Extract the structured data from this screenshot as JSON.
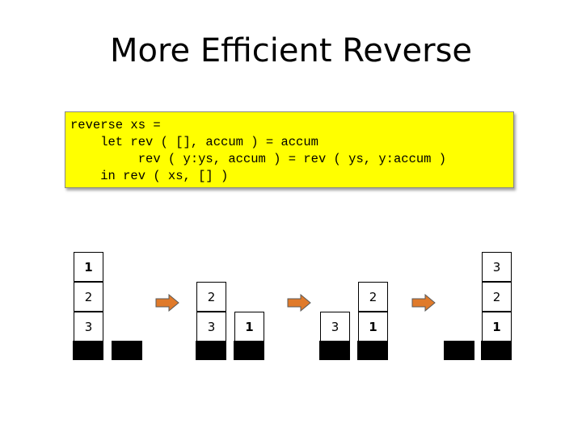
{
  "slide": {
    "title": "More Efficient Reverse"
  },
  "code": {
    "lines": [
      "reverse xs =",
      "    let rev ( [], accum ) = accum",
      "         rev ( y:ys, accum ) = rev ( ys, y:accum )",
      "    in rev ( xs, [] )"
    ]
  },
  "stacks": {
    "stage1_left": [
      "1",
      "2",
      "3"
    ],
    "stage2_left": [
      "2",
      "3"
    ],
    "stage2_right": [
      "1"
    ],
    "stage3_left": [
      "3"
    ],
    "stage3_right": [
      "2",
      "1"
    ],
    "stage4_right": [
      "3",
      "2",
      "1"
    ]
  },
  "colors": {
    "code_background": "#ffff00",
    "arrow_fill": "#e07a2a",
    "arrow_stroke": "#5a5a5a",
    "stack_base": "#000000"
  },
  "icons": [
    "right-arrow-icon",
    "right-arrow-icon",
    "right-arrow-icon"
  ]
}
